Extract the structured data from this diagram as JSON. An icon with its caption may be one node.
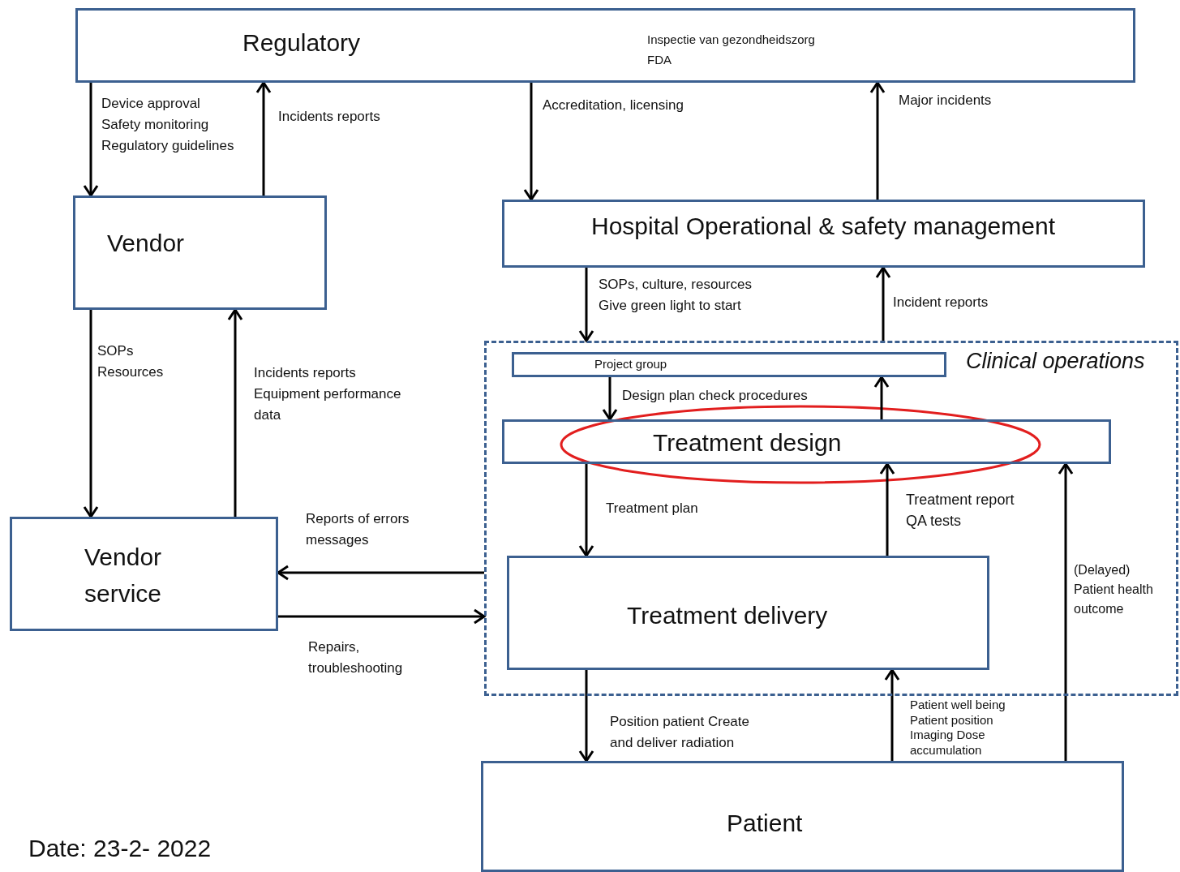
{
  "diagram": {
    "nodes": [
      {
        "text": [
          "Regulatory",
          "Inspectie van gezondheidszorg",
          "FDA"
        ]
      },
      {
        "text": [
          "Vendor"
        ]
      },
      {
        "text": [
          "Hospital Operational & safety management"
        ]
      },
      {
        "text": [
          "Clinical operations"
        ]
      },
      {
        "text": [
          "Project group"
        ],
        "in": 3
      },
      {
        "text": [
          "Treatment design"
        ],
        "in": 3
      },
      {
        "text": [
          "Vendor service"
        ]
      },
      {
        "text": [
          "Treatment delivery"
        ],
        "in": 3
      },
      {
        "text": [
          "Patient"
        ]
      }
    ],
    "edges": [
      {
        "from": 0,
        "to": 1,
        "arrow": "to",
        "label": "Device approval Safety monitoring Regulatory guidelines"
      },
      {
        "from": 1,
        "to": 0,
        "arrow": "to",
        "label": "Incidents reports"
      },
      {
        "from": 0,
        "to": 2,
        "arrow": "to",
        "label": "Accreditation, licensing"
      },
      {
        "from": 2,
        "to": 0,
        "arrow": "to",
        "label": "Major incidents"
      },
      {
        "from": 1,
        "to": 6,
        "arrow": "to",
        "label": "SOPs Resources"
      },
      {
        "from": 6,
        "to": 1,
        "arrow": "to",
        "label": "Incidents reports Equipment performance data"
      },
      {
        "from": 2,
        "to": 3,
        "arrow": "to",
        "label": "SOPs, culture, resources Give green light to start"
      },
      {
        "from": 3,
        "to": 2,
        "arrow": "to",
        "label": "Incident reports"
      },
      {
        "from": 4,
        "to": 5,
        "arrow": "to",
        "label": "Design plan check procedures"
      },
      {
        "from": 5,
        "to": 4,
        "arrow": "to"
      },
      {
        "from": 5,
        "to": 7,
        "arrow": "to",
        "label": "Treatment plan"
      },
      {
        "from": 7,
        "to": 5,
        "arrow": "to",
        "label": "Treatment report QA tests"
      },
      {
        "from": 3,
        "to": 6,
        "arrow": "to",
        "label": "Reports of errors messages"
      },
      {
        "from": 6,
        "to": 3,
        "arrow": "to",
        "label": "Repairs, troubleshooting"
      },
      {
        "from": 7,
        "to": 8,
        "arrow": "to",
        "label": "Position patient Create and deliver radiation"
      },
      {
        "from": 8,
        "to": 7,
        "arrow": "to",
        "label": "Patient well being Patient position Imaging Dose accumulation"
      },
      {
        "from": 8,
        "to": 5,
        "arrow": "to",
        "label": "(Delayed) Patient health outcome"
      }
    ],
    "labels": [
      "Date: 23-2- 2022"
    ]
  }
}
